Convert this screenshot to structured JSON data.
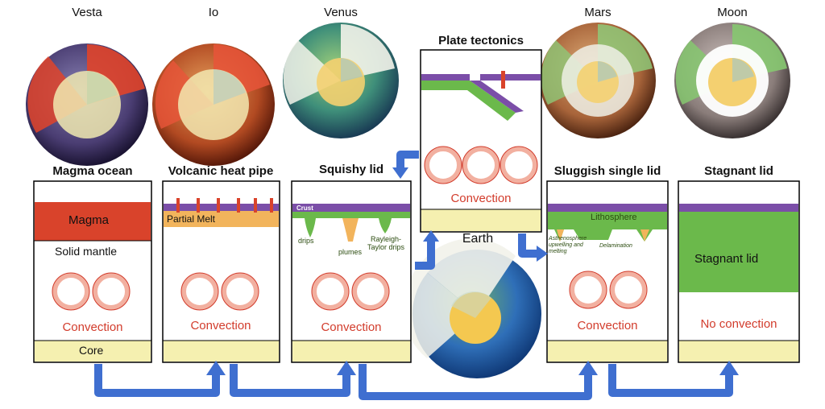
{
  "planets": {
    "vesta": "Vesta",
    "io": "Io",
    "venus": "Venus",
    "mars": "Mars",
    "moon": "Moon",
    "earth": "Earth"
  },
  "panels": {
    "magma_ocean": {
      "title": "Magma ocean",
      "magma": "Magma",
      "solid_mantle": "Solid mantle",
      "convection": "Convection",
      "core": "Core"
    },
    "volcanic_heat_pipe": {
      "title": "Volcanic heat pipe",
      "partial_melt": "Partial Melt",
      "convection": "Convection"
    },
    "squishy_lid": {
      "title": "Squishy lid",
      "crust": "Crust",
      "drips": "drips",
      "plumes": "plumes",
      "rt_drips": "Rayleigh-Taylor drips",
      "convection": "Convection"
    },
    "plate_tectonics": {
      "title": "Plate tectonics",
      "convection": "Convection"
    },
    "sluggish_single_lid": {
      "title": "Sluggish single lid",
      "lithosphere": "Lithosphere",
      "asthenosphere": "Asthenosphere upwelling and melting",
      "delamination": "Delamination",
      "convection": "Convection"
    },
    "stagnant_lid": {
      "title": "Stagnant lid",
      "stagnant": "Stagnant lid",
      "no_convection": "No convection"
    }
  },
  "colors": {
    "magma": "#d9432b",
    "partial_melt": "#f2b45c",
    "core": "#f5f0b0",
    "lid_purple": "#7b4ea8",
    "lid_green": "#6bb94b",
    "arrow_blue": "#3f6fd0",
    "convection_red": "#d23c2c"
  }
}
